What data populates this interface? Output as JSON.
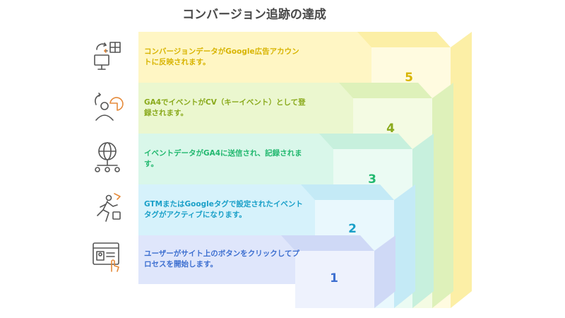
{
  "title": "コンバージョン追跡の達成",
  "steps": [
    {
      "number": "1",
      "text": "ユーザーがサイト上のボタンをクリックしてプロセスを開始します。",
      "icon": "web-click-icon",
      "color": "#dfe6fb",
      "front": "#eef2fd",
      "side": "#cfd9f6",
      "text_color": "#3d6fd0"
    },
    {
      "number": "2",
      "text": "GTMまたはGoogleタグで設定されたイベントタグがアクティブになります。",
      "icon": "runner-tag-icon",
      "color": "#d6f2fb",
      "front": "#e9f8fd",
      "side": "#c4eaf6",
      "text_color": "#1aa0c8"
    },
    {
      "number": "3",
      "text": "イベントデータがGA4に送信され、記録されます。",
      "icon": "network-globe-icon",
      "color": "#d9f7ea",
      "front": "#ebfbf3",
      "side": "#c7f0dd",
      "text_color": "#22b86f"
    },
    {
      "number": "4",
      "text": "GA4でイベントがCV（キーイベント）として登録されます。",
      "icon": "analytics-person-icon",
      "color": "#ebf7cf",
      "front": "#f4fbe3",
      "side": "#def1ba",
      "text_color": "#8aaa1c"
    },
    {
      "number": "5",
      "text": "コンバージョンデータがGoogle広告アカウントに反映されます。",
      "icon": "data-sync-icon",
      "color": "#fff6c4",
      "front": "#fffbe0",
      "side": "#fcefa6",
      "text_color": "#d8b400"
    }
  ]
}
